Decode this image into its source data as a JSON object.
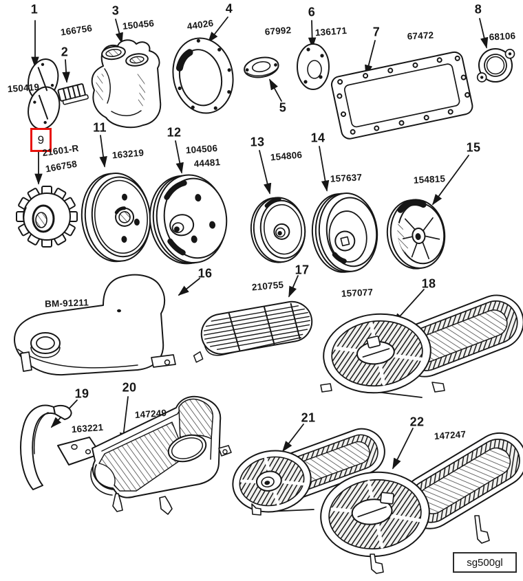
{
  "diagram": {
    "code": "sg500gl",
    "highlighted_item": "9",
    "highlight_color": "#e8130c"
  },
  "items": [
    {
      "num": "1",
      "part": "150419"
    },
    {
      "num": "2",
      "part": "166756"
    },
    {
      "num": "3",
      "part": "150456"
    },
    {
      "num": "4",
      "part": "44026"
    },
    {
      "num": "5",
      "part": "67992"
    },
    {
      "num": "6",
      "part": "136171"
    },
    {
      "num": "7",
      "part": "67472"
    },
    {
      "num": "8",
      "part": "68106"
    },
    {
      "num": "9",
      "part": "21601-R",
      "part2": "166758"
    },
    {
      "num": "11",
      "part": "163219"
    },
    {
      "num": "12",
      "part": "104506",
      "part2": "44481"
    },
    {
      "num": "13",
      "part": "154806"
    },
    {
      "num": "14",
      "part": "157637"
    },
    {
      "num": "15",
      "part": "154815"
    },
    {
      "num": "16",
      "part": "BM-91211"
    },
    {
      "num": "17",
      "part": "210755"
    },
    {
      "num": "18",
      "part": "157077"
    },
    {
      "num": "19",
      "part": "163221"
    },
    {
      "num": "20",
      "part": "147249"
    },
    {
      "num": "21"
    },
    {
      "num": "22",
      "part": "147247"
    }
  ]
}
